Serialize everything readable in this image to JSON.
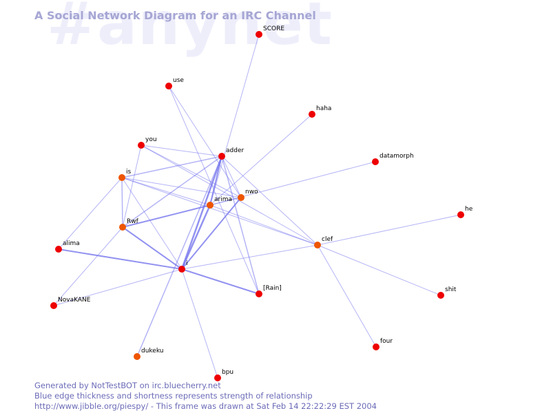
{
  "watermark": "#anynet",
  "title": "A Social Network Diagram for an IRC Channel",
  "colors": {
    "background": "#ffffff",
    "node": "#ee0000",
    "node_highlight": "#ee5500",
    "edge": "#7777ee",
    "title": "#a6a6d4",
    "footer": "#6b6bb8",
    "watermark": "#eeeefb"
  },
  "nodes": [
    {
      "id": "SCORE",
      "label": "SCORE"
    },
    {
      "id": "use",
      "label": "use"
    },
    {
      "id": "haha",
      "label": "haha"
    },
    {
      "id": "you",
      "label": "you"
    },
    {
      "id": "adder",
      "label": "adder"
    },
    {
      "id": "datamorph",
      "label": "datamorph"
    },
    {
      "id": "is",
      "label": "is"
    },
    {
      "id": "nwo",
      "label": "nwo"
    },
    {
      "id": "arima",
      "label": "arima"
    },
    {
      "id": "he",
      "label": "he"
    },
    {
      "id": "Rwf",
      "label": "Rwf"
    },
    {
      "id": "clef",
      "label": "clef"
    },
    {
      "id": "alima",
      "label": "alima"
    },
    {
      "id": "i",
      "label": "i"
    },
    {
      "id": "Rain",
      "label": "[Rain]"
    },
    {
      "id": "shit",
      "label": "shit"
    },
    {
      "id": "NovaKANE",
      "label": "NovaKANE"
    },
    {
      "id": "four",
      "label": "four"
    },
    {
      "id": "dukeku",
      "label": "dukeku"
    },
    {
      "id": "bpu",
      "label": "bpu"
    }
  ],
  "edges": [
    {
      "source": "SCORE",
      "target": "arima",
      "weight": 1
    },
    {
      "source": "use",
      "target": "nwo",
      "weight": 1
    },
    {
      "source": "use",
      "target": "Rain",
      "weight": 1
    },
    {
      "source": "haha",
      "target": "arima",
      "weight": 1
    },
    {
      "source": "you",
      "target": "adder",
      "weight": 1
    },
    {
      "source": "you",
      "target": "nwo",
      "weight": 1
    },
    {
      "source": "you",
      "target": "Rwf",
      "weight": 1
    },
    {
      "source": "you",
      "target": "clef",
      "weight": 1
    },
    {
      "source": "is",
      "target": "adder",
      "weight": 1.5
    },
    {
      "source": "is",
      "target": "nwo",
      "weight": 1
    },
    {
      "source": "is",
      "target": "arima",
      "weight": 1
    },
    {
      "source": "is",
      "target": "Rwf",
      "weight": 1.5
    },
    {
      "source": "is",
      "target": "alima",
      "weight": 1
    },
    {
      "source": "is",
      "target": "i",
      "weight": 1
    },
    {
      "source": "is",
      "target": "clef",
      "weight": 1
    },
    {
      "source": "adder",
      "target": "arima",
      "weight": 2
    },
    {
      "source": "adder",
      "target": "nwo",
      "weight": 1
    },
    {
      "source": "adder",
      "target": "i",
      "weight": 2.5
    },
    {
      "source": "adder",
      "target": "Rwf",
      "weight": 1.5
    },
    {
      "source": "adder",
      "target": "clef",
      "weight": 1
    },
    {
      "source": "adder",
      "target": "Rain",
      "weight": 1.5
    },
    {
      "source": "adder",
      "target": "dukeku",
      "weight": 1.5
    },
    {
      "source": "datamorph",
      "target": "arima",
      "weight": 1
    },
    {
      "source": "nwo",
      "target": "arima",
      "weight": 1
    },
    {
      "source": "nwo",
      "target": "i",
      "weight": 2
    },
    {
      "source": "arima",
      "target": "Rwf",
      "weight": 2
    },
    {
      "source": "arima",
      "target": "i",
      "weight": 2.5
    },
    {
      "source": "arima",
      "target": "clef",
      "weight": 1
    },
    {
      "source": "Rwf",
      "target": "i",
      "weight": 2
    },
    {
      "source": "Rwf",
      "target": "NovaKANE",
      "weight": 1
    },
    {
      "source": "alima",
      "target": "i",
      "weight": 2
    },
    {
      "source": "i",
      "target": "Rain",
      "weight": 2
    },
    {
      "source": "i",
      "target": "NovaKANE",
      "weight": 1
    },
    {
      "source": "i",
      "target": "clef",
      "weight": 1
    },
    {
      "source": "i",
      "target": "bpu",
      "weight": 1
    },
    {
      "source": "clef",
      "target": "he",
      "weight": 1
    },
    {
      "source": "clef",
      "target": "shit",
      "weight": 1
    },
    {
      "source": "clef",
      "target": "four",
      "weight": 1
    }
  ],
  "footer": {
    "line1": "Generated by NotTestBOT on irc.bluecherry.net",
    "line2": "Blue edge thickness and shortness represents strength of relationship",
    "line3": "http://www.jibble.org/piespy/ - This frame was drawn at Sat Feb 14 22:22:29 EST 2004"
  }
}
